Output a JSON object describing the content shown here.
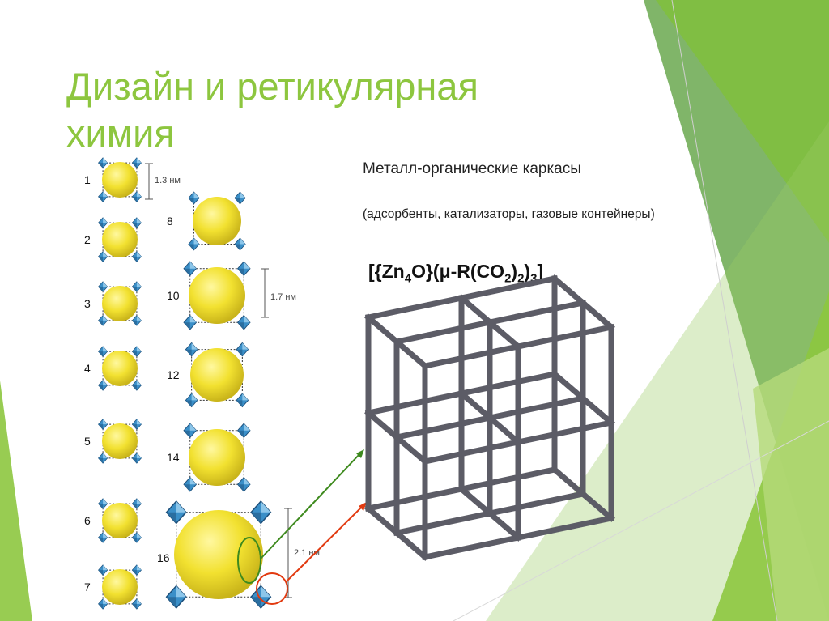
{
  "slide": {
    "title_line1": "Дизайн и ретикулярная",
    "title_line2": "химия",
    "subtitle": "Металл-органические каркасы",
    "note": "(адсорбенты, катализаторы, газовые контейнеры)",
    "formula": {
      "open": "[{Zn",
      "sub1": "4",
      "mid1": "O}(μ-R(CO",
      "sub2": "2",
      ")": ")",
      "sub3": "2",
      "close_a": ")",
      "sub4": "3",
      "close_b": "]"
    }
  },
  "structures": {
    "left_labels": [
      "1",
      "2",
      "3",
      "4",
      "5",
      "6",
      "7"
    ],
    "right_labels": [
      "8",
      "10",
      "12",
      "14",
      "16"
    ],
    "size_small": "1.3 нм",
    "size_medium": "1.7 нм",
    "size_large": "2.1 нм"
  },
  "colors": {
    "accent_green": "#8dc63f",
    "sphere_yellow": "#f0e030",
    "node_blue": "#3a8fc8",
    "lattice_gray": "#5c5c66",
    "arrow_green": "#3e8a1e",
    "arrow_red": "#e23a10"
  }
}
